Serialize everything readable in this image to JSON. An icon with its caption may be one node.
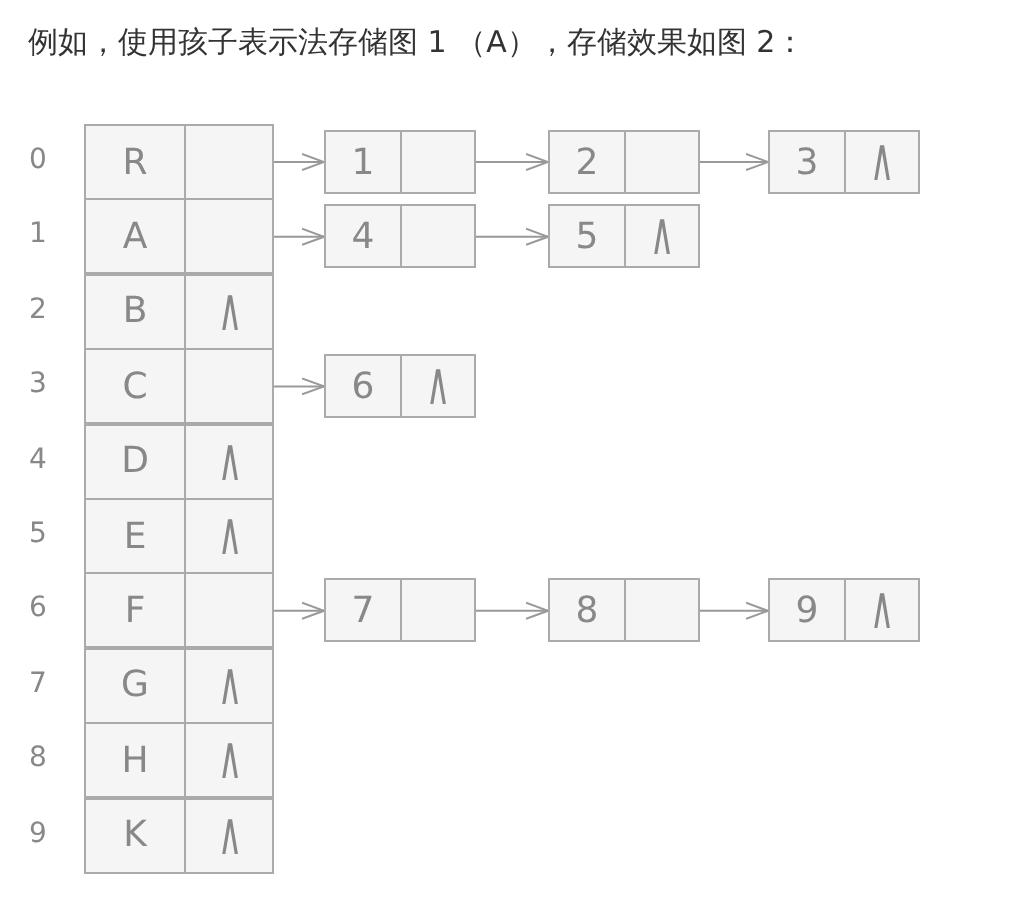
{
  "diagram": {
    "title": "例如，使用孩子表示法存储图 1 （A），存储效果如图 2：",
    "nodes": [
      {
        "text": [
          "R"
        ]
      },
      {
        "text": [],
        "shape": "box"
      },
      {
        "text": [
          "1"
        ]
      },
      {
        "text": [],
        "shape": "box"
      },
      {
        "text": [
          "2"
        ]
      },
      {
        "text": [],
        "shape": "box"
      },
      {
        "text": [
          "3"
        ]
      },
      {
        "text": [
          "∧"
        ]
      },
      {
        "text": [
          "A"
        ]
      },
      {
        "text": [],
        "shape": "box"
      },
      {
        "text": [
          "4"
        ]
      },
      {
        "text": [],
        "shape": "box"
      },
      {
        "text": [
          "5"
        ]
      },
      {
        "text": [
          "∧"
        ]
      },
      {
        "text": [
          "B"
        ]
      },
      {
        "text": [
          "∧"
        ]
      },
      {
        "text": [
          "C"
        ]
      },
      {
        "text": [],
        "shape": "box"
      },
      {
        "text": [
          "6"
        ]
      },
      {
        "text": [
          "∧"
        ]
      },
      {
        "text": [
          "D"
        ]
      },
      {
        "text": [
          "∧"
        ]
      },
      {
        "text": [
          "E"
        ]
      },
      {
        "text": [
          "∧"
        ]
      },
      {
        "text": [
          "F"
        ]
      },
      {
        "text": [],
        "shape": "box"
      },
      {
        "text": [
          "7"
        ]
      },
      {
        "text": [],
        "shape": "box"
      },
      {
        "text": [
          "8"
        ]
      },
      {
        "text": [],
        "shape": "box"
      },
      {
        "text": [
          "9"
        ]
      },
      {
        "text": [
          "∧"
        ]
      },
      {
        "text": [
          "G"
        ]
      },
      {
        "text": [
          "∧"
        ]
      },
      {
        "text": [
          "H"
        ]
      },
      {
        "text": [
          "∧"
        ]
      },
      {
        "text": [
          "K"
        ]
      },
      {
        "text": [
          "∧"
        ]
      }
    ],
    "edges": [
      {
        "from": 1,
        "to": 2,
        "arrow": "to"
      },
      {
        "from": 3,
        "to": 4,
        "arrow": "to"
      },
      {
        "from": 5,
        "to": 6,
        "arrow": "to"
      },
      {
        "from": 9,
        "to": 10,
        "arrow": "to"
      },
      {
        "from": 11,
        "to": 12,
        "arrow": "to"
      },
      {
        "from": 17,
        "to": 18,
        "arrow": "to"
      },
      {
        "from": 25,
        "to": 26,
        "arrow": "to"
      },
      {
        "from": 27,
        "to": 28,
        "arrow": "to"
      },
      {
        "from": 29,
        "to": 30,
        "arrow": "to"
      }
    ],
    "labels": [
      "0",
      "1",
      "2",
      "3",
      "4",
      "5",
      "6",
      "7",
      "8",
      "9"
    ]
  }
}
